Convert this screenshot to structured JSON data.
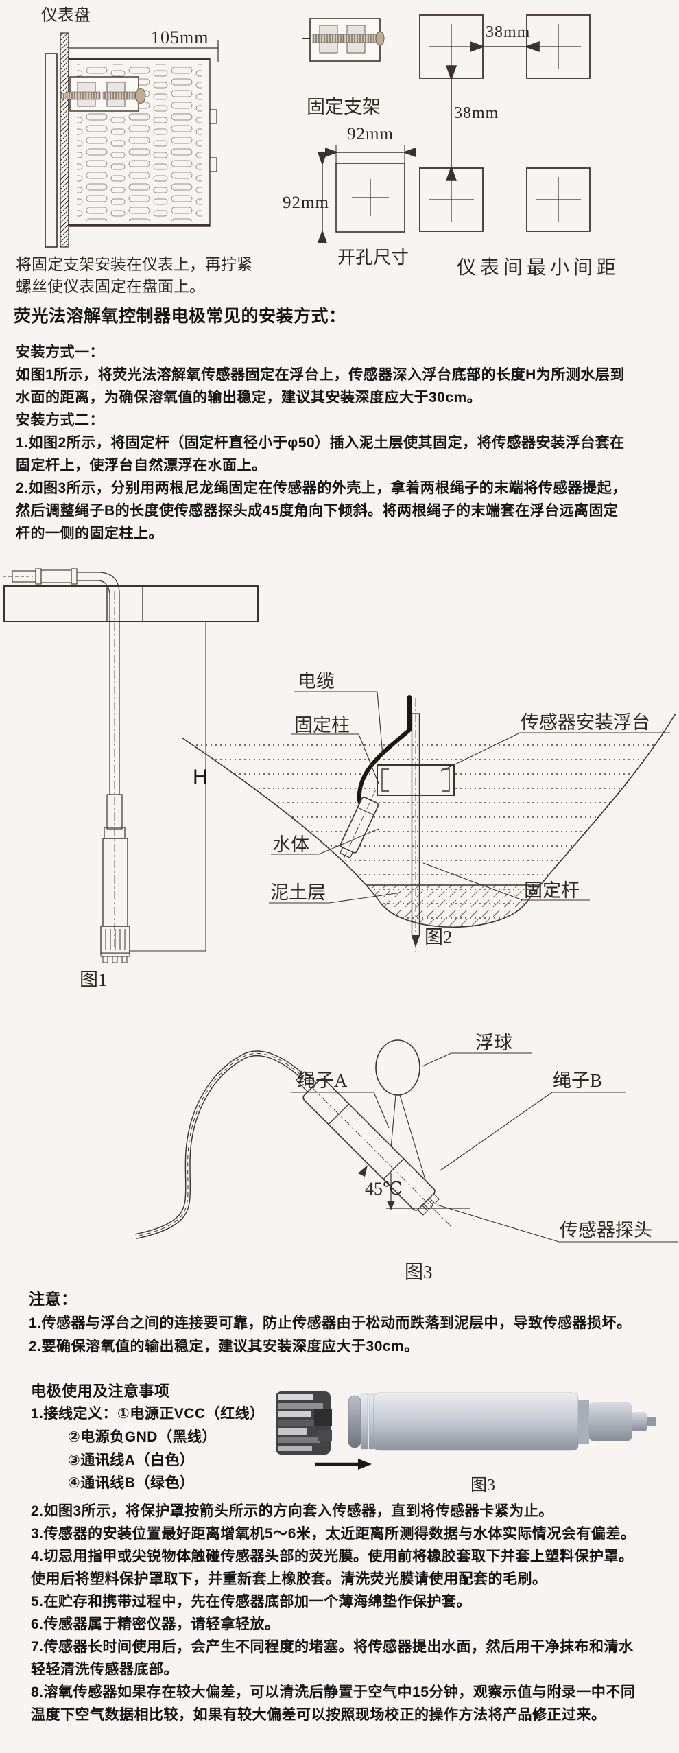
{
  "colors": {
    "bg": "#f8f4f1",
    "ink": "#3b322c",
    "text": "#141414",
    "screw_head": "#bfae8e",
    "metal_light": "#e9ecf0",
    "metal_dark": "#8e94a0"
  },
  "top": {
    "panel_label": "仪表盘",
    "dim_105": "105mm",
    "bracket_label": "固定支架",
    "hole_dim_w": "92mm",
    "hole_dim_h": "92mm",
    "hole_caption": "开孔尺寸",
    "gap_dim_h": "38mm",
    "gap_dim_v": "38mm",
    "spacing_caption": "仪表间最小间距",
    "mount_note": [
      "将固定支架安装在仪表上，再拧紧",
      "螺丝使仪表固定在盘面上。"
    ]
  },
  "install": {
    "heading": "荧光法溶解氧控制器电极常见的安装方式：",
    "method1_title": "安装方式一：",
    "method1_lines": [
      "如图1所示，将荧光法溶解氧传感器固定在浮台上，传感器深入浮台底部的长度H为所测水层到",
      "水面的距离，为确保溶氧值的输出稳定，建议其安装深度应大于30cm。"
    ],
    "method2_title": "安装方式二：",
    "method2_lines": [
      "1.如图2所示，将固定杆（固定杆直径小于φ50）插入泥土层使其固定，将传感器安装浮台套在",
      "固定杆上，使浮台自然漂浮在水面上。",
      "2.如图3所示，分别用两根尼龙绳固定在传感器的外壳上，拿着两根绳子的末端将传感器提起，",
      "然后调整绳子B的长度使传感器探头成45度角向下倾斜。将两根绳子的末端套在浮台远离固定",
      "杆的一侧的固定柱上。"
    ]
  },
  "fig1": {
    "caption": "图1",
    "h_label": "H"
  },
  "fig2": {
    "caption": "图2",
    "label_cable": "电缆",
    "label_post": "固定柱",
    "label_float": "传感器安装浮台",
    "label_water": "水体",
    "label_mud": "泥土层",
    "label_rod": "固定杆"
  },
  "fig3": {
    "caption": "图3",
    "label_ball": "浮球",
    "label_rope_a": "绳子A",
    "label_rope_b": "绳子B",
    "label_probe": "传感器探头",
    "label_angle": "45℃"
  },
  "notice": {
    "title": "注意：",
    "items": [
      "1.传感器与浮台之间的连接要可靠，防止传感器由于松动而跌落到泥层中，导致传感器损坏。",
      "2.要确保溶氧值的输出稳定，建议其安装深度应大于30cm。"
    ]
  },
  "electrode": {
    "title": "电极使用及注意事项",
    "wiring": [
      "1.接线定义：①电源正VCC（红线）",
      "②电源负GND（黑线）",
      "③通讯线A（白色）",
      "④通讯线B（绿色）"
    ],
    "fig_caption": "图3",
    "items": [
      "2.如图3所示，将保护罩按箭头所示的方向套入传感器，直到将传感器卡紧为止。",
      "3.传感器的安装位置最好距离增氧机5～6米，太近距离所测得数据与水体实际情况会有偏差。",
      "4.切忌用指甲或尖锐物体触碰传感器头部的荧光膜。使用前将橡胶套取下并套上塑料保护罩。",
      "使用后将塑料保护罩取下，并重新套上橡胶套。清洗荧光膜请使用配套的毛刷。",
      "5.在贮存和携带过程中，先在传感器底部加一个薄海绵垫作保护套。",
      "6.传感器属于精密仪器，请轻拿轻放。",
      "7.传感器长时间使用后，会产生不同程度的堵塞。将传感器提出水面，然后用干净抹布和清水",
      "轻轻清洗传感器底部。",
      "8.溶氧传感器如果存在较大偏差，可以清洗后静置于空气中15分钟，观察示值与附录一中不同",
      "温度下空气数据相比较，如果有较大偏差可以按照现场校正的操作方法将产品修正过来。"
    ]
  }
}
